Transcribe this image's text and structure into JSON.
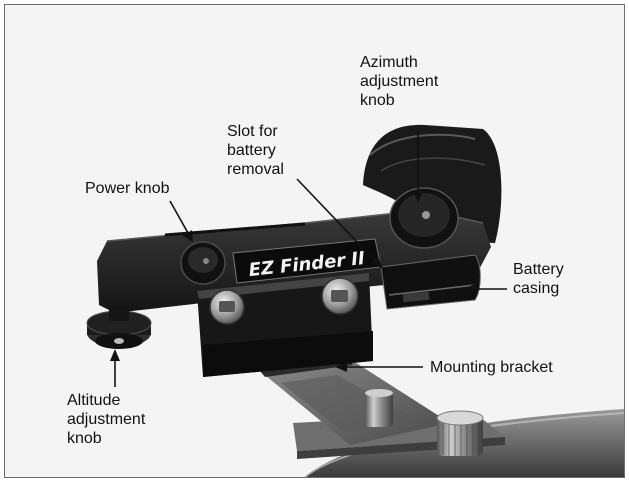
{
  "figure": {
    "brand_text": "EZ Finder II",
    "labels": {
      "azimuth": "Azimuth\nadjustment\nknob",
      "slot": "Slot for\nbattery\nremoval",
      "power": "Power knob",
      "battery": "Battery\ncasing",
      "mounting": "Mounting bracket",
      "altitude": "Altitude\nadjustment\nknob"
    }
  },
  "colors": {
    "background": "#f4f4f4",
    "device": "#1e1e1e",
    "text": "#111111"
  }
}
